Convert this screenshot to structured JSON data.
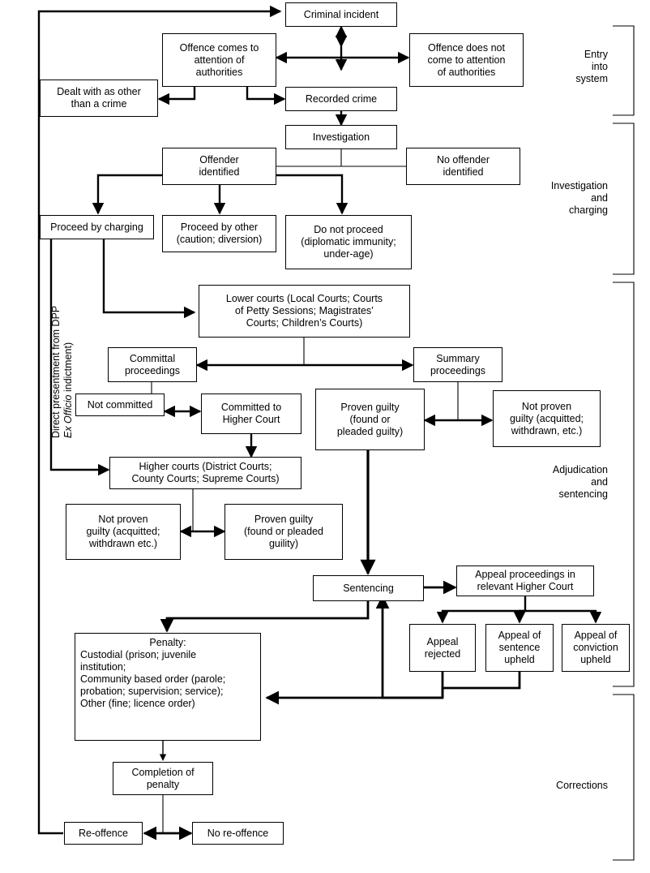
{
  "diagram": {
    "title": "Criminal justice system flowchart",
    "line_color": "#000000",
    "box_fill": "#ffffff"
  },
  "sections": [
    {
      "id": "entry",
      "label": "Entry\ninto\nsystem"
    },
    {
      "id": "investigation",
      "label": "Investigation\nand\ncharging"
    },
    {
      "id": "adjudication",
      "label": "Adjudication\nand\nsentencing"
    },
    {
      "id": "corrections",
      "label": "Corrections"
    }
  ],
  "section_labels": {
    "entry_l1": "Entry",
    "entry_l2": "into",
    "entry_l3": "system",
    "inv_l1": "Investigation",
    "inv_l2": "and",
    "inv_l3": "charging",
    "adj_l1": "Adjudication",
    "adj_l2": "and",
    "adj_l3": "sentencing",
    "corr_l1": "Corrections"
  },
  "side_label": {
    "line1": "Direct presentment from DPP",
    "line2": "(Ex Officio indictment)",
    "line2_italic_part": "Ex Officio",
    "line2_rest": " indictment)"
  },
  "nodes": {
    "criminal_incident": {
      "text": "Criminal incident"
    },
    "offence_comes": {
      "l1": "Offence comes to",
      "l2": "attention of",
      "l3": "authorities"
    },
    "offence_not_come": {
      "l1": "Offence does not",
      "l2": "come to attention",
      "l3": "of authorities"
    },
    "dealt_with": {
      "l1": "Dealt with as other",
      "l2": "than a crime"
    },
    "recorded_crime": {
      "text": "Recorded crime"
    },
    "investigation": {
      "text": "Investigation"
    },
    "offender_identified": {
      "l1": "Offender",
      "l2": "identified"
    },
    "no_offender": {
      "l1": "No offender",
      "l2": "identified"
    },
    "proceed_charging": {
      "text": "Proceed by charging"
    },
    "proceed_other": {
      "l1": "Proceed by other",
      "l2": "(caution; diversion)"
    },
    "do_not_proceed": {
      "l1": "Do not proceed",
      "l2": "(diplomatic immunity;",
      "l3": "under-age)"
    },
    "lower_courts": {
      "l1": "Lower courts (Local Courts; Courts",
      "l2": "of Petty Sessions; Magistrates’",
      "l3": "Courts; Children’s Courts)"
    },
    "committal": {
      "l1": "Committal",
      "l2": "proceedings"
    },
    "summary": {
      "l1": "Summary",
      "l2": "proceedings"
    },
    "not_committed": {
      "text": "Not committed"
    },
    "committed_higher": {
      "l1": "Committed to",
      "l2": "Higher Court"
    },
    "proven_guilty_lower": {
      "l1": "Proven guilty",
      "l2": "(found or",
      "l3": "pleaded guilty)"
    },
    "not_proven_lower": {
      "l1": "Not proven",
      "l2": "guilty (acquitted;",
      "l3": "withdrawn, etc.)"
    },
    "higher_courts": {
      "l1": "Higher courts (District Courts;",
      "l2": "County Courts; Supreme Courts)"
    },
    "not_proven_higher": {
      "l1": "Not proven",
      "l2": "guilty (acquitted;",
      "l3": "withdrawn etc.)"
    },
    "proven_guilty_higher": {
      "l1": "Proven guilty",
      "l2": "(found or pleaded",
      "l3": "guility)"
    },
    "sentencing": {
      "text": "Sentencing"
    },
    "appeal_proceedings": {
      "l1": "Appeal proceedings in",
      "l2": "relevant Higher Court"
    },
    "appeal_rejected": {
      "l1": "Appeal",
      "l2": "rejected"
    },
    "appeal_sentence": {
      "l1": "Appeal of",
      "l2": "sentence",
      "l3": "upheld"
    },
    "appeal_conviction": {
      "l1": "Appeal of",
      "l2": "conviction",
      "l3": "upheld"
    },
    "penalty": {
      "title": "Penalty:",
      "l1": "Custodial (prison; juvenile",
      "l2": "institution;",
      "l3": "Community based order (parole;",
      "l4": "probation; supervision; service);",
      "l5": "Other (fine; licence order)"
    },
    "completion": {
      "l1": "Completion of",
      "l2": "penalty"
    },
    "re_offence": {
      "text": "Re-offence"
    },
    "no_re_offence": {
      "text": "No re-offence"
    }
  }
}
